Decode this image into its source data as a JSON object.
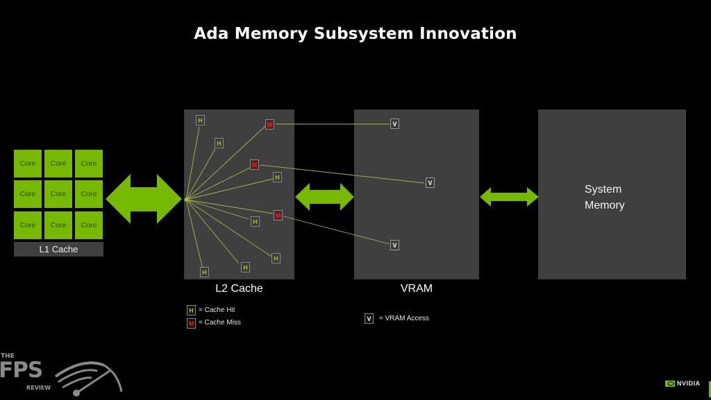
{
  "title": "Ada Memory Subsystem Innovation",
  "colors": {
    "accent_green": "#76b900",
    "panel_gray": "#3f3f3f",
    "hit_color": "#9ccc1a",
    "miss_color": "#ff1a1a",
    "line_color": "#a8b84a"
  },
  "l1": {
    "cores": [
      "Core",
      "Core",
      "Core",
      "Core",
      "Core",
      "Core",
      "Core",
      "Core",
      "Core"
    ],
    "label": "L1 Cache"
  },
  "l2": {
    "label": "L2 Cache",
    "markers": [
      {
        "type": "H",
        "text": "H"
      },
      {
        "type": "H",
        "text": "H"
      },
      {
        "type": "M",
        "text": "M"
      },
      {
        "type": "M",
        "text": "M"
      },
      {
        "type": "H",
        "text": "H"
      },
      {
        "type": "M",
        "text": "M"
      },
      {
        "type": "H",
        "text": "H"
      },
      {
        "type": "H",
        "text": "H"
      },
      {
        "type": "H",
        "text": "H"
      },
      {
        "type": "H",
        "text": "H"
      }
    ]
  },
  "vram": {
    "label": "VRAM",
    "markers": [
      {
        "text": "V"
      },
      {
        "text": "V"
      },
      {
        "text": "V"
      }
    ]
  },
  "system_memory": {
    "line1": "System",
    "line2": "Memory"
  },
  "legend": {
    "hit_symbol": "H",
    "hit_text": "=  Cache Hit",
    "miss_symbol": "M",
    "miss_text": "=  Cache Miss",
    "vram_symbol": "V",
    "vram_text": "= VRAM Access"
  },
  "watermark": {
    "the": "THE",
    "fps": "FPS",
    "review": "REVIEW"
  },
  "brand": {
    "name": "NVIDIA"
  }
}
